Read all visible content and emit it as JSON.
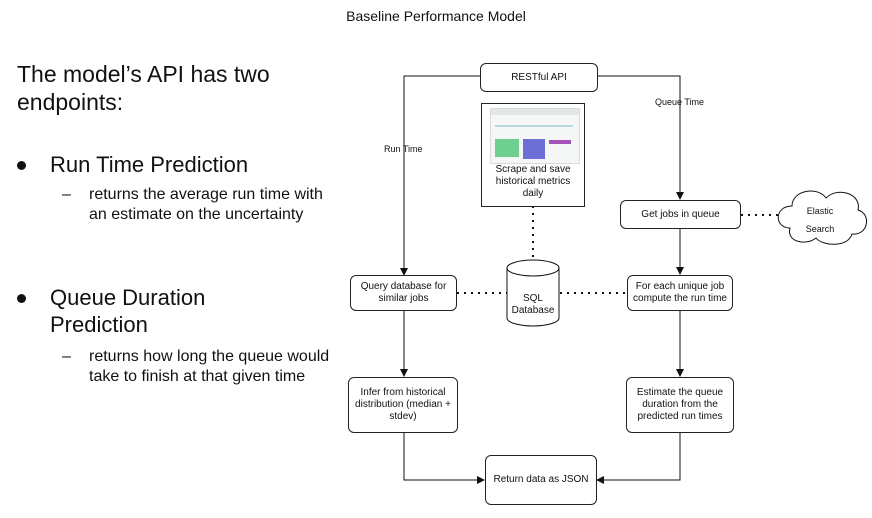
{
  "title": "Baseline Performance Model",
  "left": {
    "heading": "The model’s API has two endpoints:",
    "bullets": [
      {
        "title": "Run Time Prediction",
        "sub": "returns the average run time with an estimate on the uncertainty"
      },
      {
        "title": "Queue Duration Prediction",
        "sub": "returns how long the queue would take to finish at that given time"
      }
    ],
    "dash": "–"
  },
  "diagram": {
    "restful_api": "RESTful API",
    "run_time_label": "Run Time",
    "queue_time_label": "Queue Time",
    "scrape_box": "Scrape and save historical metrics daily",
    "get_jobs": "Get jobs in queue",
    "elastic_search": "Elastic Search",
    "query_db": "Query database for similar jobs",
    "sql_db": "SQL Database",
    "compute_run_time": "For each unique job compute the run time",
    "infer": "Infer from historical distribution (median + stdev)",
    "estimate_queue": "Estimate the queue duration from the predicted run times",
    "return_json": "Return data as JSON"
  }
}
